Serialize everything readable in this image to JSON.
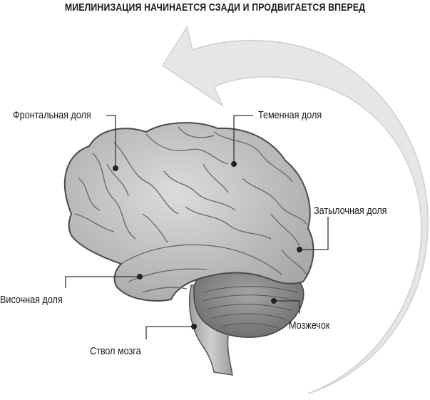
{
  "title": "МИЕЛИНИЗАЦИЯ НАЧИНАЕТСЯ СЗАДИ И ПРОДВИГАЕТСЯ ВПЕРЕД",
  "labels": {
    "frontal": "Фронтальная доля",
    "parietal": "Теменная доля",
    "occipital": "Затылочная доля",
    "temporal": "Височная доля",
    "cerebellum": "Мозжечок",
    "brainstem": "Ствол мозга"
  },
  "colors": {
    "arrow_fill": "#e6e6e6",
    "arrow_stroke": "#cfcfcf",
    "brain_fill": "#c8c8c8",
    "brain_stroke": "#555555",
    "cerebellum_fill": "#8f8f8f",
    "stem_fill": "#b5b5b5",
    "leader": "#333333"
  }
}
